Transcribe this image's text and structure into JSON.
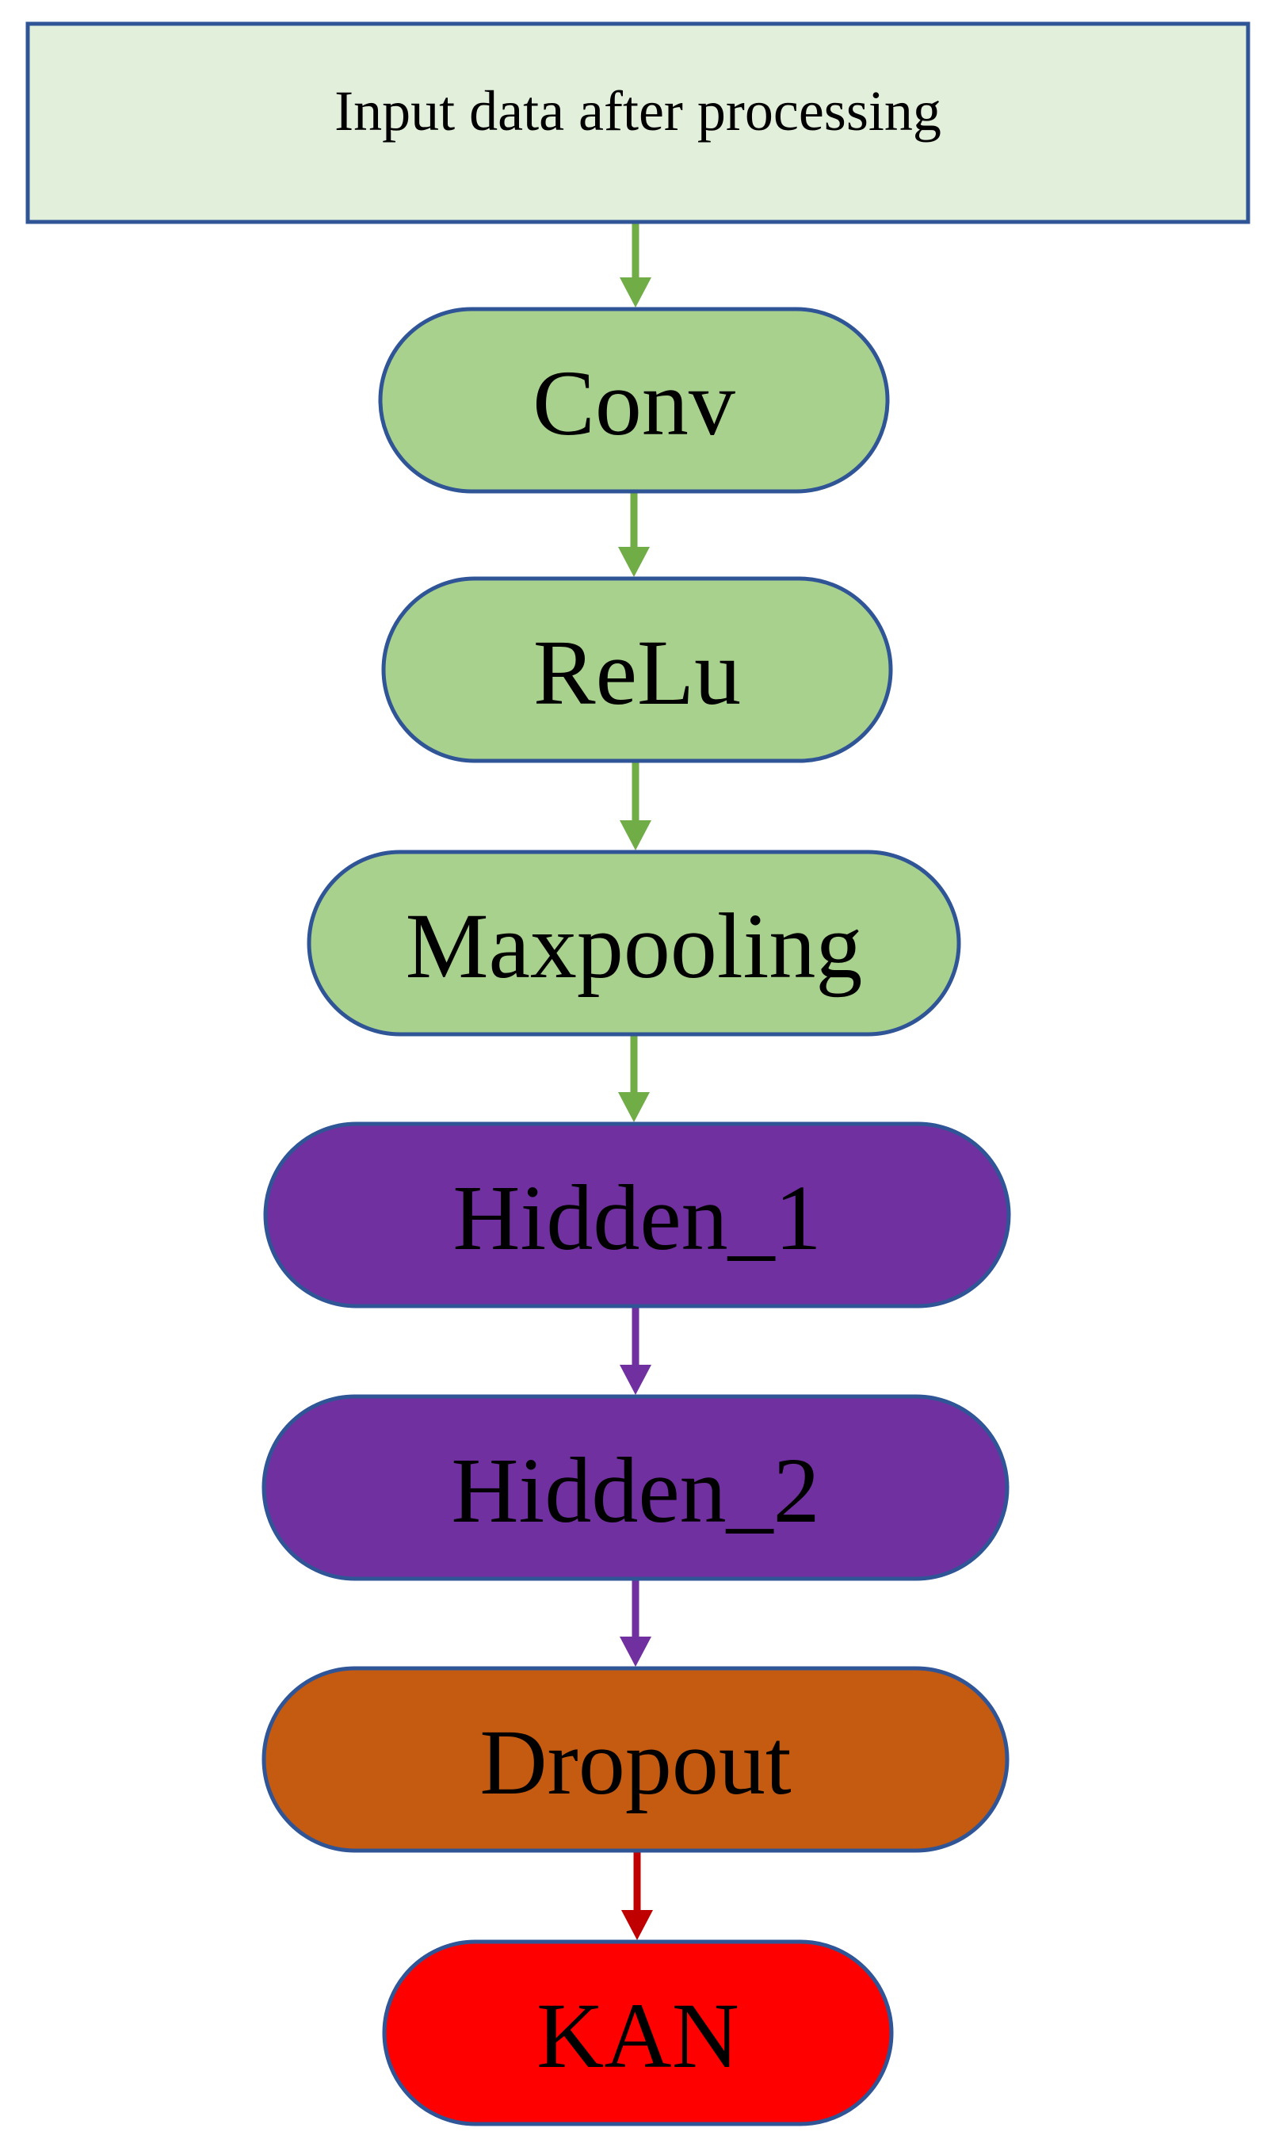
{
  "diagram": {
    "input_box": {
      "label": "Input data after processing",
      "fill": "#e2efda",
      "stroke": "#2f5597"
    },
    "nodes": [
      {
        "id": "conv",
        "label": "Conv",
        "fill": "#a9d18e",
        "stroke": "#2f5597"
      },
      {
        "id": "relu",
        "label": "ReLu",
        "fill": "#a9d18e",
        "stroke": "#2f5597"
      },
      {
        "id": "maxpooling",
        "label": "Maxpooling",
        "fill": "#a9d18e",
        "stroke": "#2f5597"
      },
      {
        "id": "hidden-1",
        "label": "Hidden_1",
        "fill": "#7030a0",
        "stroke": "#2f5597"
      },
      {
        "id": "hidden-2",
        "label": "Hidden_2",
        "fill": "#7030a0",
        "stroke": "#2f5597"
      },
      {
        "id": "dropout",
        "label": "Dropout",
        "fill": "#c55a11",
        "stroke": "#2f5597"
      },
      {
        "id": "kan",
        "label": "KAN",
        "fill": "#ff0000",
        "stroke": "#2f5597"
      }
    ],
    "arrows": [
      {
        "from": "input-data",
        "to": "conv",
        "color": "#70ad47"
      },
      {
        "from": "conv",
        "to": "relu",
        "color": "#70ad47"
      },
      {
        "from": "relu",
        "to": "maxpooling",
        "color": "#70ad47"
      },
      {
        "from": "maxpooling",
        "to": "hidden-1",
        "color": "#70ad47"
      },
      {
        "from": "hidden-1",
        "to": "hidden-2",
        "color": "#7030a0"
      },
      {
        "from": "hidden-2",
        "to": "dropout",
        "color": "#7030a0"
      },
      {
        "from": "dropout",
        "to": "kan",
        "color": "#c00000"
      }
    ]
  }
}
